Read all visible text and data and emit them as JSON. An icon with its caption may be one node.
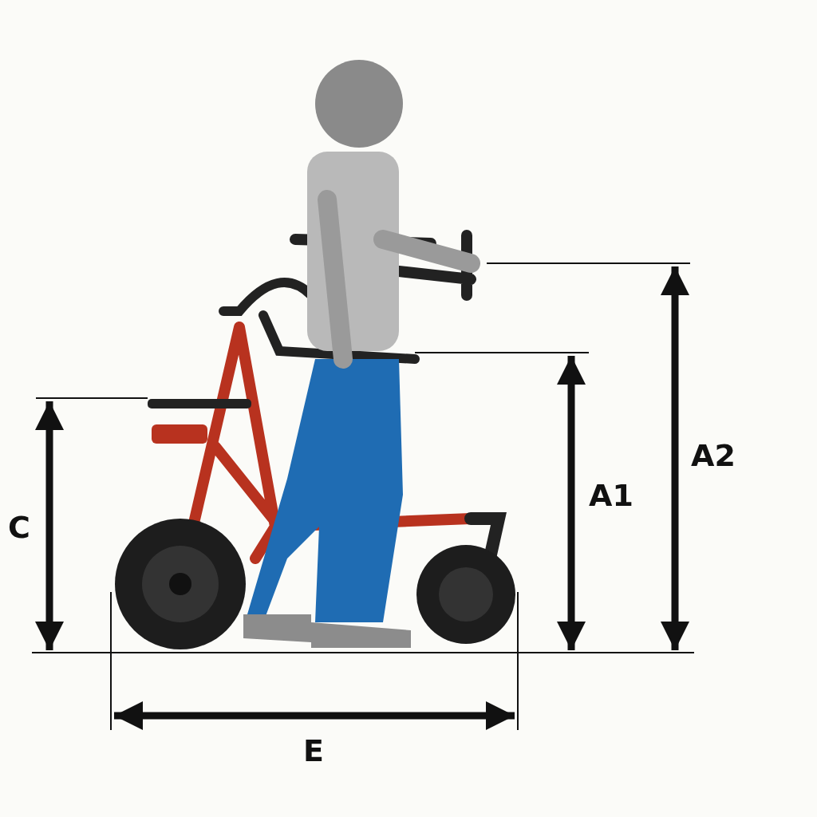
{
  "diagram": {
    "labels": [
      "A2",
      "A1",
      "C",
      "E"
    ]
  }
}
